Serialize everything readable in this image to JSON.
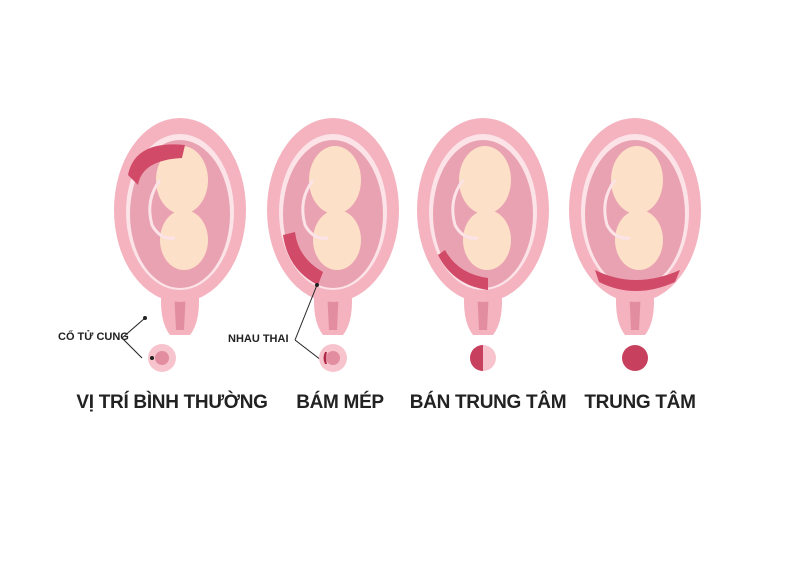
{
  "callouts": {
    "cervix": "CỔ TỬ CUNG",
    "placenta": "NHAU THAI"
  },
  "panels": [
    {
      "label": "VỊ TRÍ BÌNH THƯỜNG",
      "placenta_position": "fundus"
    },
    {
      "label": "BÁM MÉP",
      "placenta_position": "marginal"
    },
    {
      "label": "BÁN TRUNG TÂM",
      "placenta_position": "partial"
    },
    {
      "label": "TRUNG TÂM",
      "placenta_position": "complete"
    }
  ],
  "colors": {
    "uterus": "#f4b3bf",
    "uterus_inner": "#e89aaa",
    "fetus": "#fde0c8",
    "placenta": "#d14a68",
    "text": "#222222"
  }
}
